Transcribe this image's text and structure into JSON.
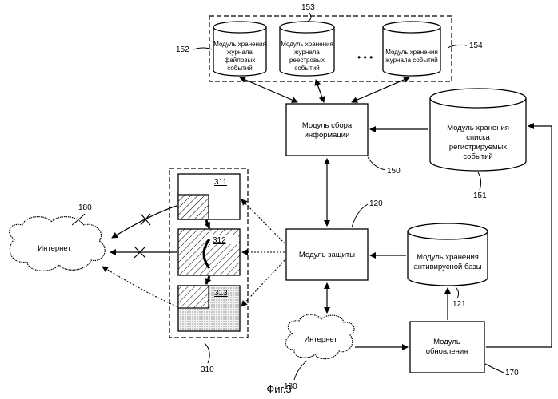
{
  "modules": {
    "journal_files": [
      "Модуль хранения",
      "журнала",
      "файловых",
      "событий"
    ],
    "journal_registry": [
      "Модуль хранения",
      "журнала",
      "реестровых",
      "событий"
    ],
    "journal_events": [
      "Модуль хранения",
      "журнала  событий"
    ],
    "ellipsis": "•  •  •",
    "collector": [
      "Модуль сбора",
      "информации"
    ],
    "registered_list": [
      "Модуль хранения",
      "списка",
      "регистрируемых",
      "событий"
    ],
    "protection": "Модуль защиты",
    "antivirus_db": [
      "Модуль хранения",
      "антивирусной базы"
    ],
    "update": [
      "Модуль",
      "обновления"
    ],
    "internet_left": "Интернет",
    "internet_bottom": "Интернет"
  },
  "refs": {
    "r153": "153",
    "r152": "152",
    "r154": "154",
    "r150": "150",
    "r151": "151",
    "r120": "120",
    "r180a": "180",
    "r180b": "180",
    "r121": "121",
    "r170": "170",
    "r311": "311",
    "r312": "312",
    "r313": "313",
    "r310": "310"
  },
  "caption": "Фиг.3"
}
